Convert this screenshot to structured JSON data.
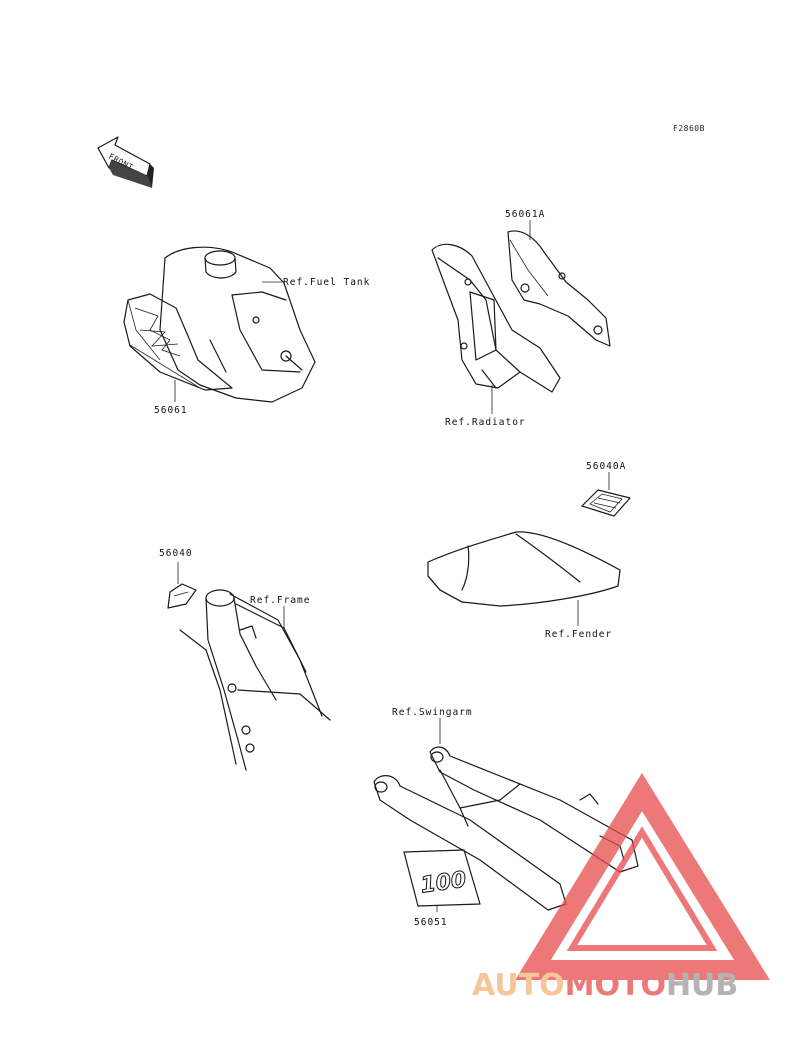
{
  "figure_code": "F2860B",
  "front_arrow": {
    "text": "FRONT",
    "icon": "front-arrow-icon"
  },
  "callouts": {
    "fuel_tank_ref": "Ref.Fuel Tank",
    "part_56061": "56061",
    "part_56061a": "56061A",
    "radiator_ref": "Ref.Radiator",
    "part_56040a": "56040A",
    "fender_ref": "Ref.Fender",
    "part_56040": "56040",
    "frame_ref": "Ref.Frame",
    "swingarm_ref": "Ref.Swingarm",
    "part_56051": "56051",
    "decal_text": "100"
  },
  "watermark": {
    "part1": "AUTO",
    "part2": "MOTO",
    "part3": "HUB",
    "colors": {
      "auto": "#f4b47a",
      "moto": "#e84c4c",
      "hub": "#9a9a9a",
      "triangle": "#e84c4c"
    }
  }
}
